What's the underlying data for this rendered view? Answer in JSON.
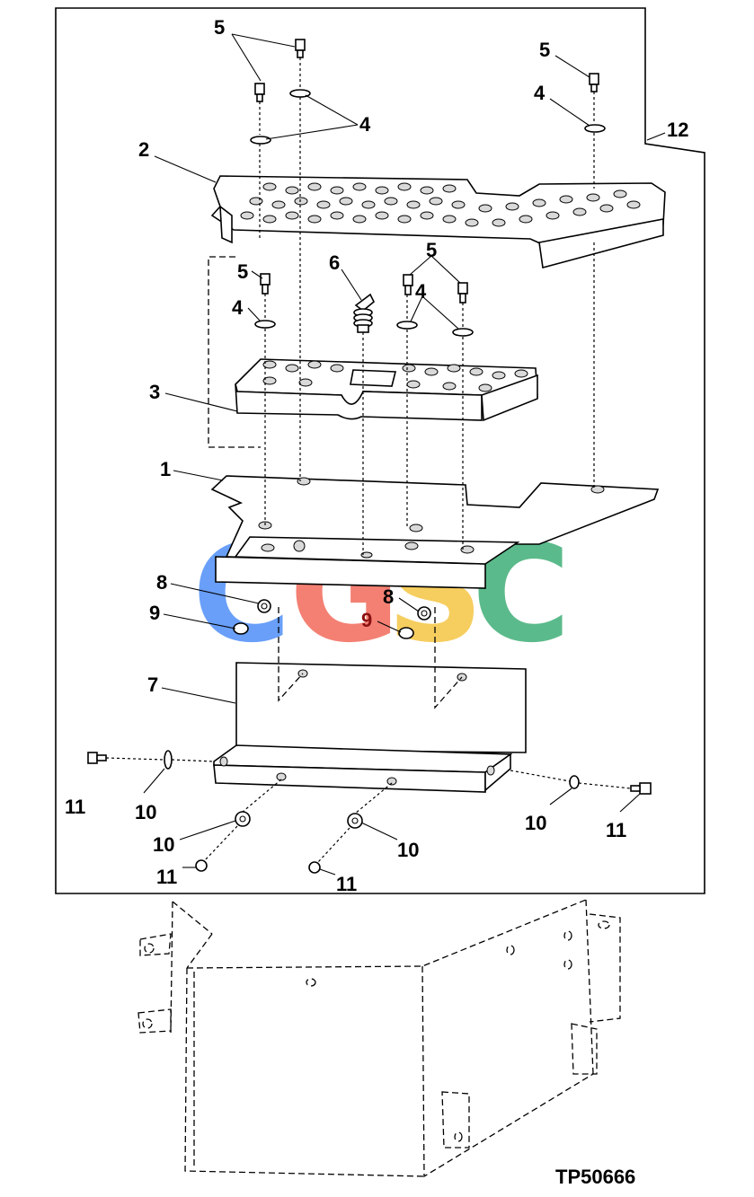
{
  "drawing_id": "TP50666",
  "callouts": {
    "c1": "1",
    "c2": "2",
    "c3": "3",
    "c4a": "4",
    "c4b": "4",
    "c4c": "4",
    "c4d": "4",
    "c5a": "5",
    "c5b": "5",
    "c5c": "5",
    "c5d": "5",
    "c6": "6",
    "c7": "7",
    "c8a": "8",
    "c8b": "8",
    "c9a": "9",
    "c9b": "9",
    "c10a": "10",
    "c10b": "10",
    "c10c": "10",
    "c10d": "10",
    "c11a": "11",
    "c11b": "11",
    "c11c": "11",
    "c11d": "11",
    "c12": "12"
  },
  "watermark": {
    "letters": [
      "C",
      "G",
      "S",
      "C"
    ],
    "colors": [
      "#4f8ff7",
      "#f26b5b",
      "#f5c644",
      "#3fae77"
    ]
  }
}
